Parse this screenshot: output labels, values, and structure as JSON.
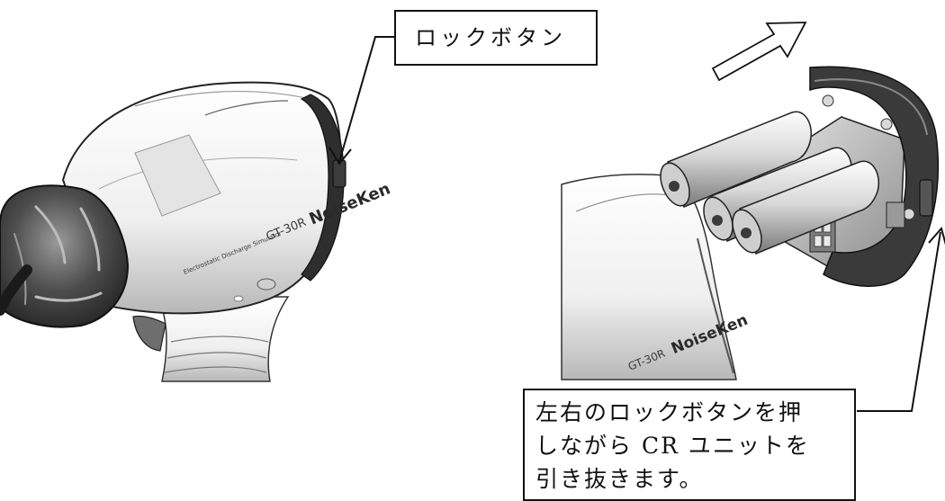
{
  "callouts": {
    "lock_button": "ロックボタン",
    "instruction": [
      "左右のロックボタンを押",
      "しながら CR ユニットを",
      "引き抜きます。"
    ]
  },
  "product": {
    "brand": "NoiseKen",
    "model": "GT-30R",
    "subtitle": "Electrostatic Discharge Simulator"
  },
  "colors": {
    "line": "#111111",
    "body": "#f4f4f4",
    "shade": "#8a8a8a",
    "dark": "#2b2b2b"
  },
  "icons": {
    "direction": "outline-arrow-icon"
  }
}
